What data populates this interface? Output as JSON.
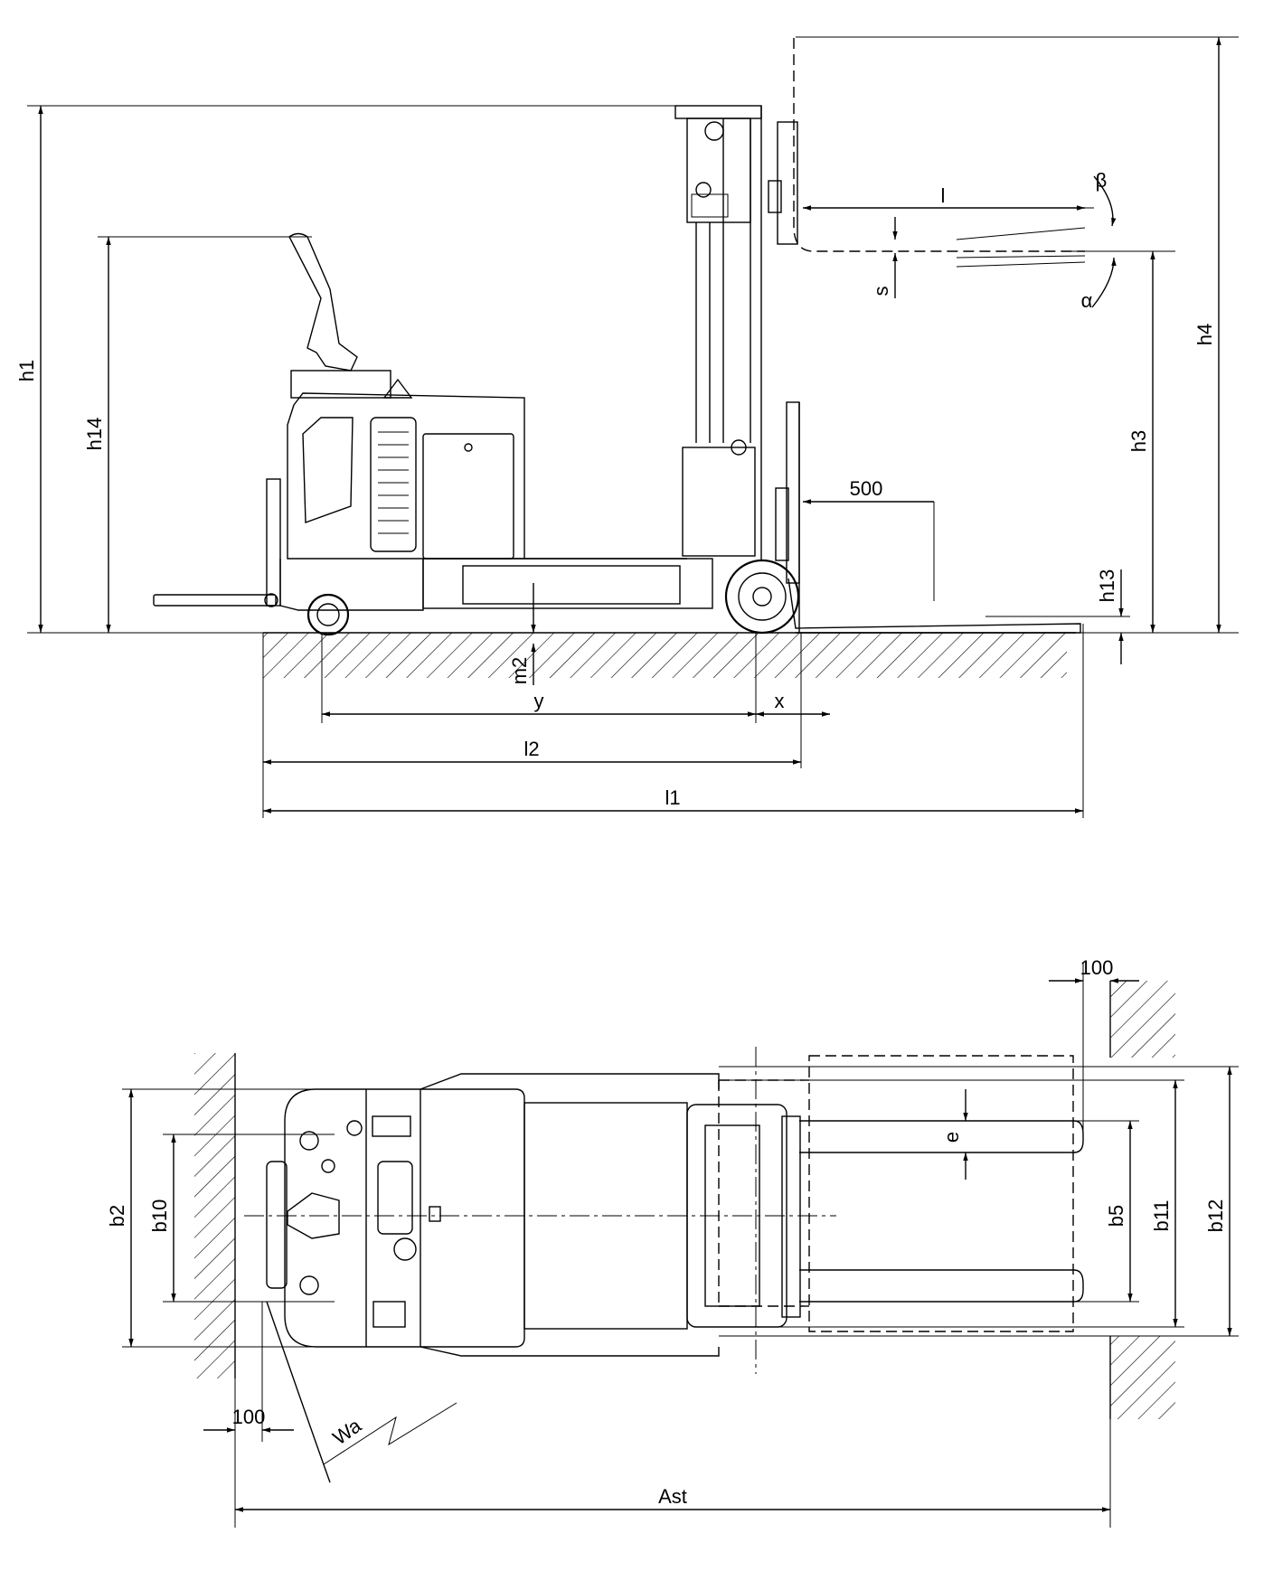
{
  "side_view": {
    "labels": {
      "h1": "h1",
      "h14": "h14",
      "h3": "h3",
      "h4": "h4",
      "h13": "h13",
      "s": "s",
      "l": "l",
      "beta": "β",
      "alpha": "α",
      "d500": "500",
      "m2": "m2",
      "y": "y",
      "x": "x",
      "l2": "l2",
      "l1": "l1"
    }
  },
  "top_view": {
    "labels": {
      "d100_top": "100",
      "e": "e",
      "b2": "b2",
      "b10": "b10",
      "b5": "b5",
      "b11": "b11",
      "b12": "b12",
      "wa": "Wa",
      "d100_bottom": "100",
      "ast": "Ast"
    }
  }
}
